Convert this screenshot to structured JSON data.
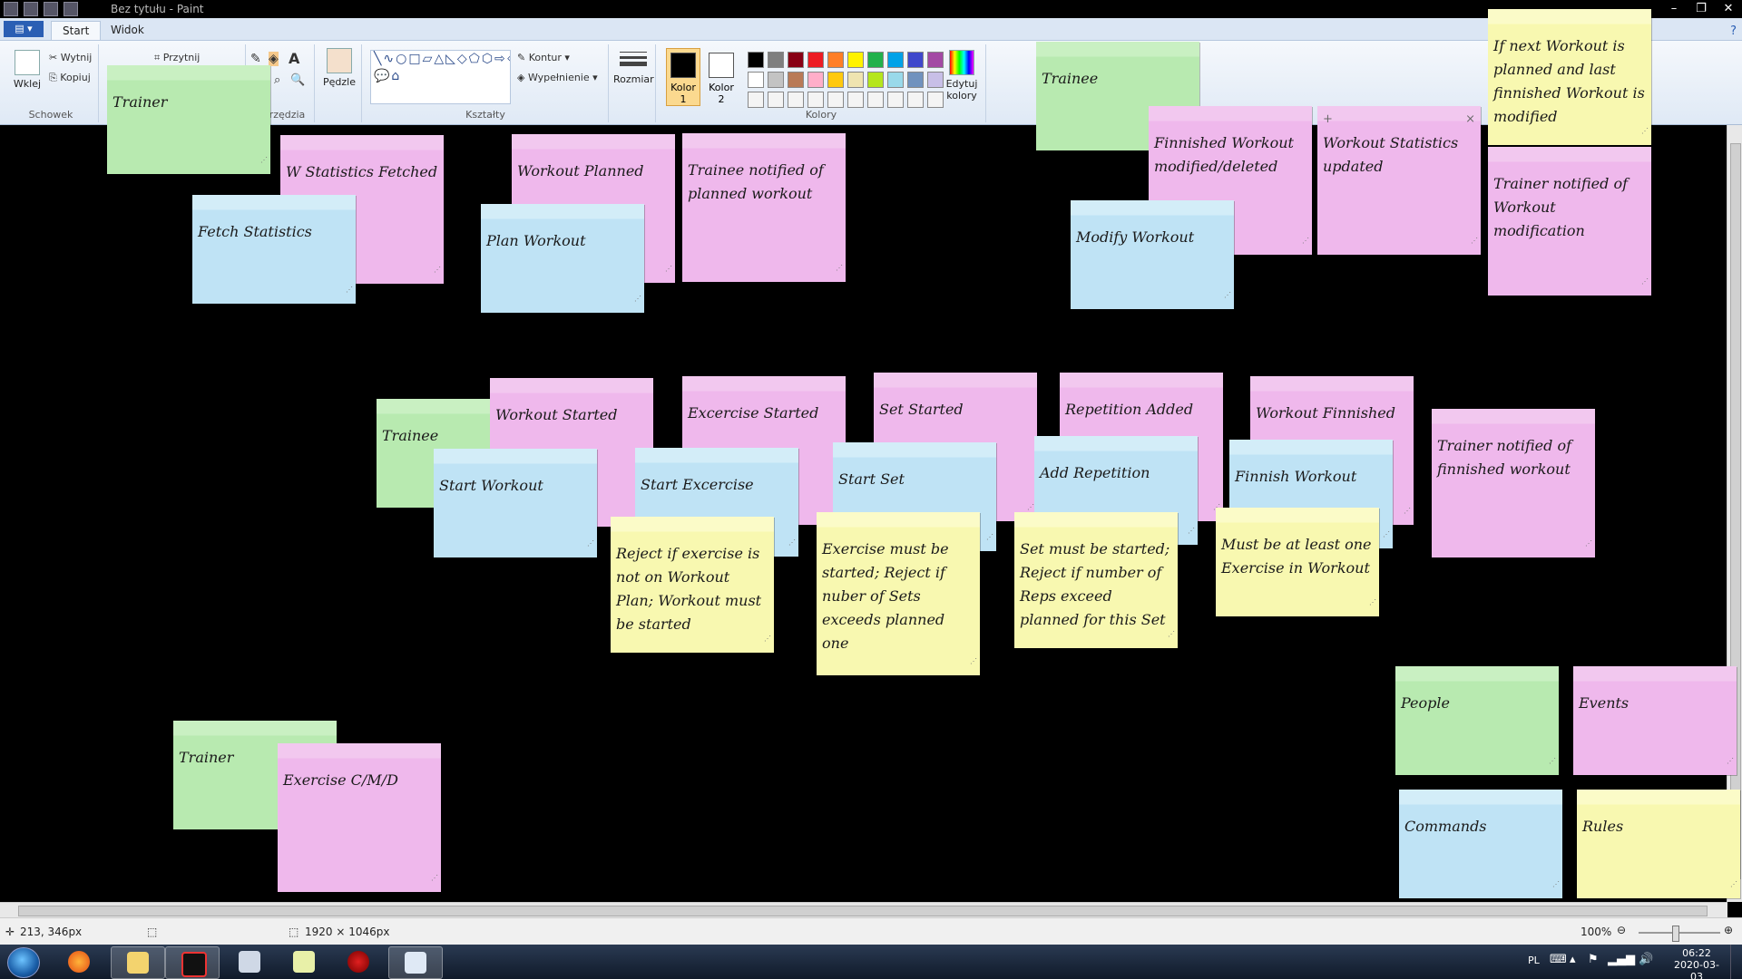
{
  "window": {
    "title": "Bez tytułu - Paint",
    "controls": [
      "–",
      "❐",
      "✕"
    ]
  },
  "ribbon": {
    "file_menu": "▤ ▾",
    "tabs": [
      "Start",
      "Widok"
    ],
    "clipboard": {
      "paste": "Wklej",
      "cut": "Wytnij",
      "copy": "Kopiuj",
      "group": "Schowek"
    },
    "image": {
      "crop": "Przytnij"
    },
    "tools": {
      "group": "Narzędzia"
    },
    "brushes": {
      "label": "Pędzle"
    },
    "shapes": {
      "outline": "Kontur",
      "fill": "Wypełnienie",
      "group": "Kształty",
      "glyphs": "╲∿○□▱△◺◇⬠⬡⇨⇦⇧⇩✧☆✡▭💬⌂"
    },
    "size": {
      "label": "Rozmiar"
    },
    "colors": {
      "color1": "Kolor 1",
      "color2": "Kolor 2",
      "edit": "Edytuj kolory",
      "group": "Kolory",
      "color1_value": "#000000",
      "color2_value": "#ffffff",
      "palette_row1": [
        "#000000",
        "#7f7f7f",
        "#880015",
        "#ed1c24",
        "#ff7f27",
        "#fff200",
        "#22b14c",
        "#00a2e8",
        "#3f48cc",
        "#a349a4"
      ],
      "palette_row2": [
        "#ffffff",
        "#c3c3c3",
        "#b97a57",
        "#ffaec9",
        "#ffc90e",
        "#efe4b0",
        "#b5e61d",
        "#99d9ea",
        "#7092be",
        "#c8bfe7"
      ]
    }
  },
  "notes": [
    {
      "text": "Trainer",
      "color": "green"
    },
    {
      "text": "W Statistics Fetched",
      "color": "pink"
    },
    {
      "text": "Fetch Statistics",
      "color": "blue"
    },
    {
      "text": "Workout Planned",
      "color": "pink"
    },
    {
      "text": "Plan Workout",
      "color": "blue"
    },
    {
      "text": "Trainee notified of planned workout",
      "color": "pink"
    },
    {
      "text": "Trainee",
      "color": "green"
    },
    {
      "text": "Finnished Workout modified/deleted",
      "color": "pink"
    },
    {
      "text": "Modify Workout",
      "color": "blue"
    },
    {
      "text": "Workout Statistics updated",
      "color": "pink"
    },
    {
      "text": "If next Workout is planned and last finnished Workout is modified",
      "color": "yellow"
    },
    {
      "text": "Trainer notified of Workout modification",
      "color": "pink"
    },
    {
      "text": "Trainee",
      "color": "green"
    },
    {
      "text": "Workout Started",
      "color": "pink"
    },
    {
      "text": "Start Workout",
      "color": "blue"
    },
    {
      "text": "Excercise Started",
      "color": "pink"
    },
    {
      "text": "Start Excercise",
      "color": "blue"
    },
    {
      "text": "Reject if exercise is not on Workout Plan; Workout must be started",
      "color": "yellow"
    },
    {
      "text": "Set Started",
      "color": "pink"
    },
    {
      "text": "Start Set",
      "color": "blue"
    },
    {
      "text": "Exercise must be started; Reject if nuber of Sets exceeds planned one",
      "color": "yellow"
    },
    {
      "text": "Repetition Added",
      "color": "pink"
    },
    {
      "text": "Add Repetition",
      "color": "blue"
    },
    {
      "text": "Set must be started; Reject if number of Reps exceed planned for this Set",
      "color": "yellow"
    },
    {
      "text": "Workout Finnished",
      "color": "pink"
    },
    {
      "text": "Finnish Workout",
      "color": "blue"
    },
    {
      "text": "Must be at least one Exercise in Workout",
      "color": "yellow"
    },
    {
      "text": "Trainer notified of finnished workout",
      "color": "pink"
    },
    {
      "text": "Trainer",
      "color": "green"
    },
    {
      "text": "Exercise C/M/D",
      "color": "pink"
    },
    {
      "text": "People",
      "color": "green"
    },
    {
      "text": "Events",
      "color": "pink"
    },
    {
      "text": "Commands",
      "color": "blue"
    },
    {
      "text": "Rules",
      "color": "yellow"
    }
  ],
  "statusbar": {
    "cursor": "213, 346px",
    "canvas_size": "1920 × 1046px",
    "zoom": "100%"
  },
  "taskbar": {
    "lang": "PL",
    "time": "06:22",
    "date": "2020-03-03"
  }
}
